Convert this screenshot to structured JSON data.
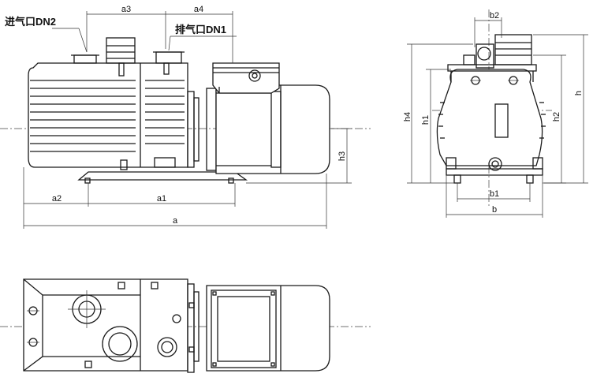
{
  "callouts": {
    "inlet": "进气口DN2",
    "outlet": "排气口DN1"
  },
  "dimensions": {
    "a": "a",
    "a1": "a1",
    "a2": "a2",
    "a3": "a3",
    "a4": "a4",
    "b": "b",
    "b1": "b1",
    "b2": "b2",
    "h": "h",
    "h1": "h1",
    "h2": "h2",
    "h3": "h3",
    "h4": "h4"
  },
  "views": [
    "front-view",
    "side-view",
    "top-view"
  ]
}
